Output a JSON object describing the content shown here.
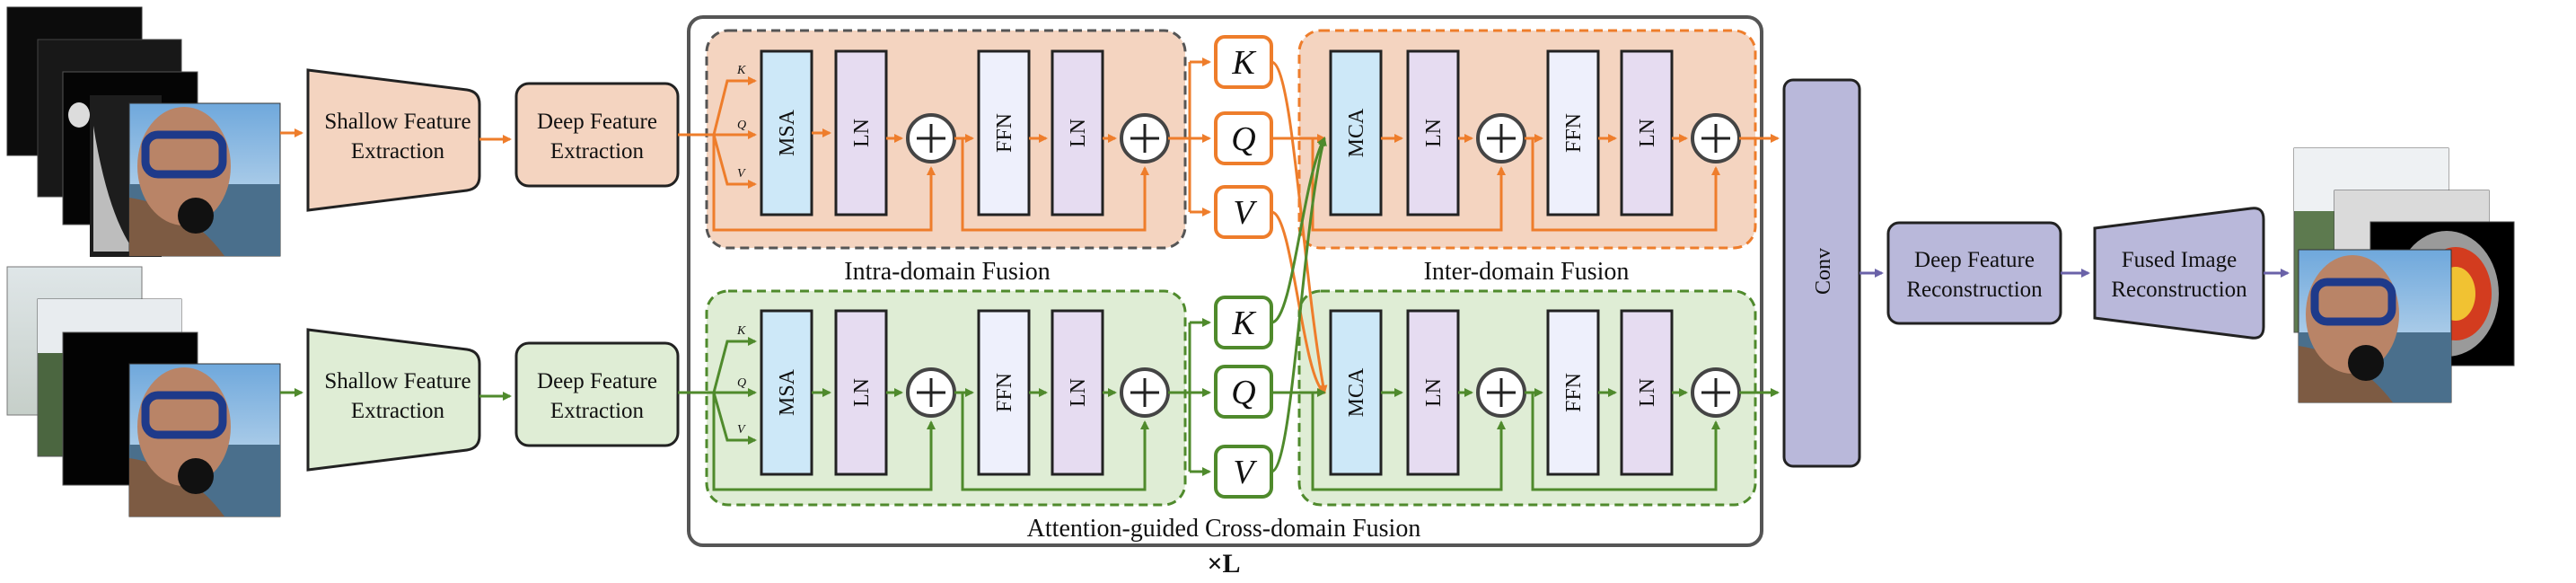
{
  "blocks": {
    "shallow_feature_extraction": "Shallow Feature Extraction",
    "deep_feature_extraction": "Deep Feature Extraction",
    "msa": "MSA",
    "ln": "LN",
    "ffn": "FFN",
    "mca": "MCA",
    "conv": "Conv",
    "deep_feature_reconstruction": "Deep Feature Reconstruction",
    "fused_image_reconstruction": "Fused Image Reconstruction"
  },
  "tokens": {
    "k": "K",
    "q": "Q",
    "v": "V"
  },
  "captions": {
    "intra_domain_fusion": "Intra-domain Fusion",
    "inter_domain_fusion": "Inter-domain Fusion",
    "attention_guided_cross_domain_fusion": "Attention-guided Cross-domain Fusion",
    "repeat": "×L"
  },
  "colors": {
    "top_stream": "#ee7d2b",
    "bottom_stream": "#4f8a2c",
    "output_stream": "#6a62a8",
    "top_fill": "#f4d4c0",
    "bottom_fill": "#dfedd5",
    "msa_fill": "#cde8f8",
    "ln_fill": "#e6dcf1",
    "ffn_fill": "#eef0fc",
    "conv_fill": "#b9b8da"
  }
}
